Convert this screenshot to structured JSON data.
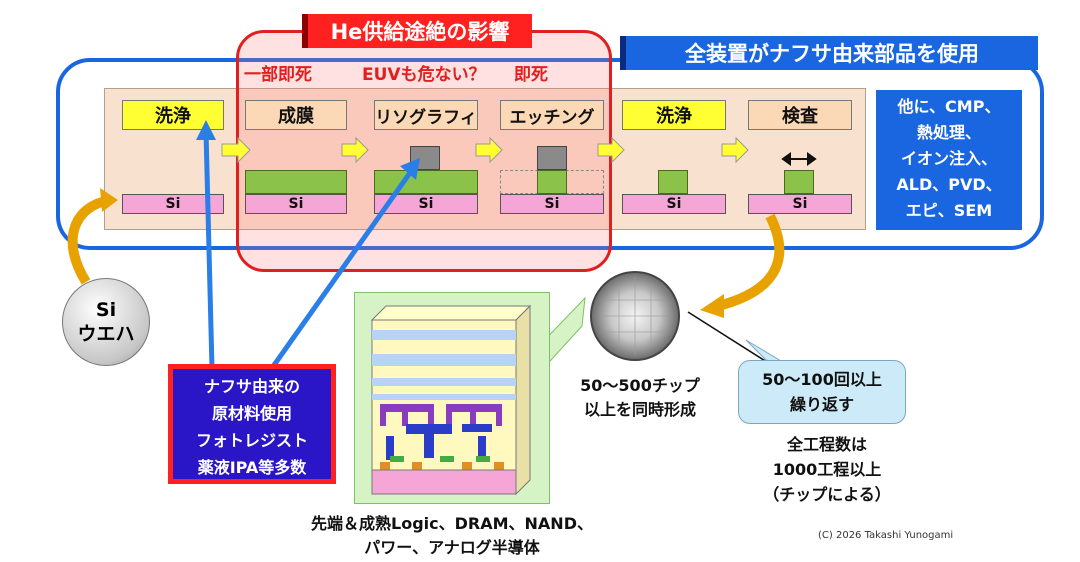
{
  "title_banner": "He供給途絶の影響",
  "all_equip_banner": "全装置がナフサ由来部品を使用",
  "impacts": [
    "一部即死",
    "EUVも危ない？",
    "即死"
  ],
  "steps": [
    "洗浄",
    "成膜",
    "リソグラフィ",
    "エッチング",
    "洗浄",
    "検査"
  ],
  "si_label": "Si",
  "other_processes": [
    "他に、CMP、",
    "熱処理、",
    "イオン注入、",
    "ALD、PVD、",
    "エピ、SEM"
  ],
  "wafer_label": [
    "Si",
    "ウエハ"
  ],
  "naphtha_box": [
    "ナフサ由来の",
    "原材料使用",
    "フォトレジスト",
    "薬液IPA等多数"
  ],
  "chip_caption": [
    "50～500チップ",
    "以上を同時形成"
  ],
  "repeat_bubble": [
    "50～100回以上",
    "繰り返す"
  ],
  "total_steps": [
    "全工程数は",
    "1000工程以上",
    "（チップによる）"
  ],
  "applications": [
    "先端＆成熟Logic、DRAM、NAND、",
    "パワー、アナログ半導体"
  ],
  "copyright": "(C) 2026 Takashi Yunogami",
  "colors": {
    "blue_frame": "#1a66e0",
    "red_frame": "#e02020",
    "step_yellow": "#ffff33",
    "step_peach": "#fcd9b6",
    "si_pink": "#f6a6d6",
    "film_green": "#8bc34a",
    "panel_blue": "#1a66e0"
  }
}
